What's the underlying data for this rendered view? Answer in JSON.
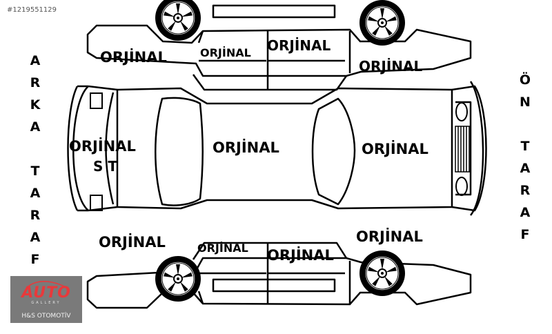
{
  "listing_id": "#1219551129",
  "colors": {
    "ink": "#000000",
    "background": "#ffffff",
    "logo_bg": "#7a7a7a",
    "logo_accent": "#e8393b"
  },
  "sides": {
    "rear": [
      "A",
      "R",
      "K",
      "A",
      "T",
      "A",
      "R",
      "A",
      "F"
    ],
    "front": [
      "Ö",
      "N",
      "T",
      "A",
      "R",
      "A",
      "F"
    ]
  },
  "panels": {
    "top_rear_fender": "ORJİNAL",
    "top_rear_door": "ORJİNAL",
    "top_front_door": "ORJİNAL",
    "top_front_fender": "ORJİNAL",
    "trunk": "ORJİNAL",
    "trunk_note": "S T",
    "roof": "ORJİNAL",
    "hood": "ORJİNAL",
    "bottom_rear_fender": "ORJİNAL",
    "bottom_rear_door": "ORJİNAL",
    "bottom_front_door": "ORJİNAL",
    "bottom_front_fender": "ORJİNAL"
  },
  "logo": {
    "word": "AUTO",
    "sub": "GALLERY",
    "name": "H&S OTOMOTİV"
  }
}
